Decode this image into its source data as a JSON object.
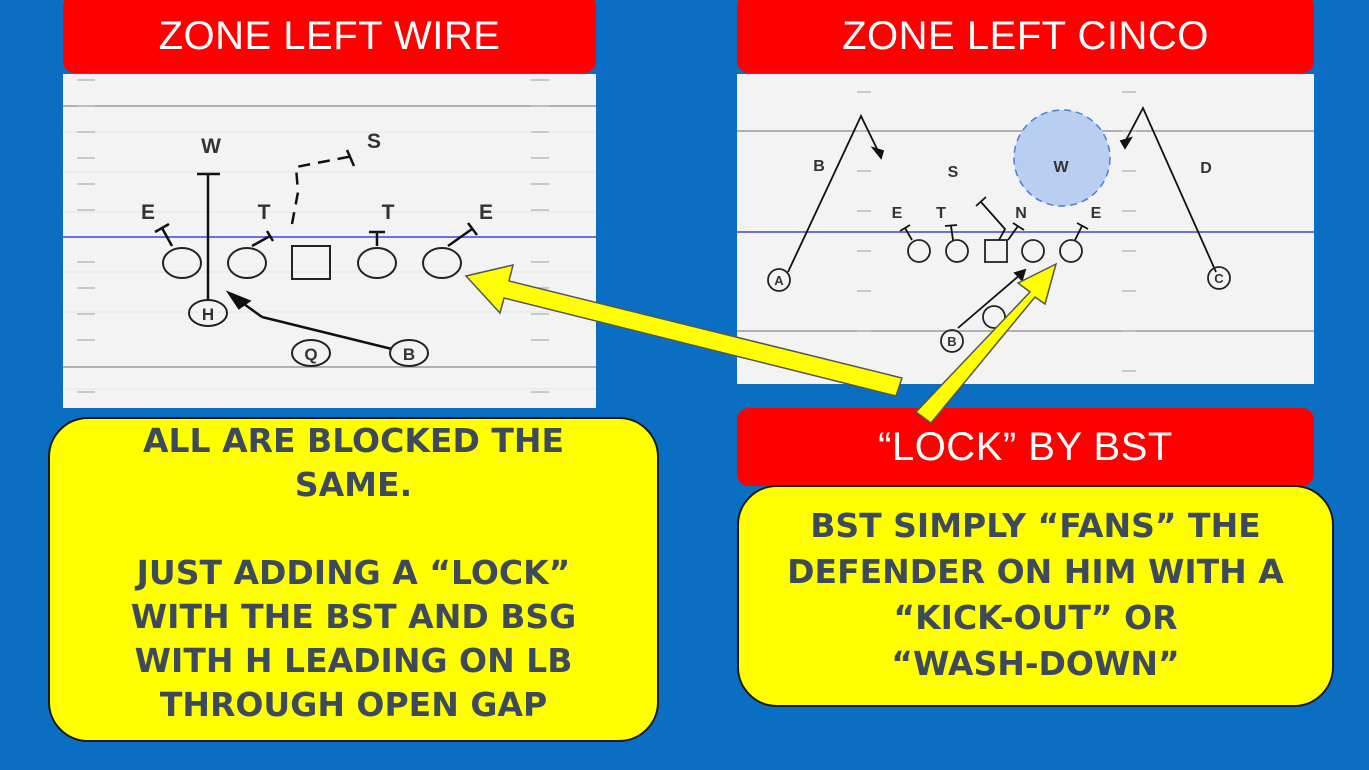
{
  "titles": {
    "left": "ZONE LEFT WIRE",
    "right": "ZONE LEFT CINCO",
    "lock": "“LOCK” BY BST"
  },
  "left_diagram": {
    "defense_labels": {
      "w": "W",
      "s": "S",
      "e1": "E",
      "t1": "T",
      "t2": "T",
      "e2": "E"
    },
    "offense_labels": {
      "h": "H",
      "q": "Q",
      "b": "B"
    }
  },
  "right_diagram": {
    "defense_labels": {
      "b": "B",
      "s": "S",
      "w": "W",
      "d": "D",
      "e1": "E",
      "t": "T",
      "n": "N",
      "e2": "E"
    },
    "offense_labels": {
      "a": "A",
      "c": "C",
      "b": "B"
    }
  },
  "notes": {
    "left": {
      "line1": "ALL ARE BLOCKED THE",
      "line2": "SAME.",
      "line3": "JUST ADDING A “LOCK”",
      "line4": "WITH THE BST AND BSG",
      "line5": "WITH H LEADING ON LB",
      "line6": "THROUGH OPEN GAP"
    },
    "right": {
      "line1": "BST SIMPLY “FANS” THE",
      "line2": "DEFENDER ON HIM WITH A",
      "line3": "“KICK-OUT” OR",
      "line4": "“WASH-DOWN”"
    }
  },
  "colors": {
    "background": "#0a6fc2",
    "title_red": "#ff0000",
    "note_yellow": "#ffff00",
    "note_text": "#3d4a5c",
    "arrow_yellow": "#ffff00",
    "line_of_scrimmage": "#6f6fe0",
    "zone_circle": "#b8cff2"
  }
}
